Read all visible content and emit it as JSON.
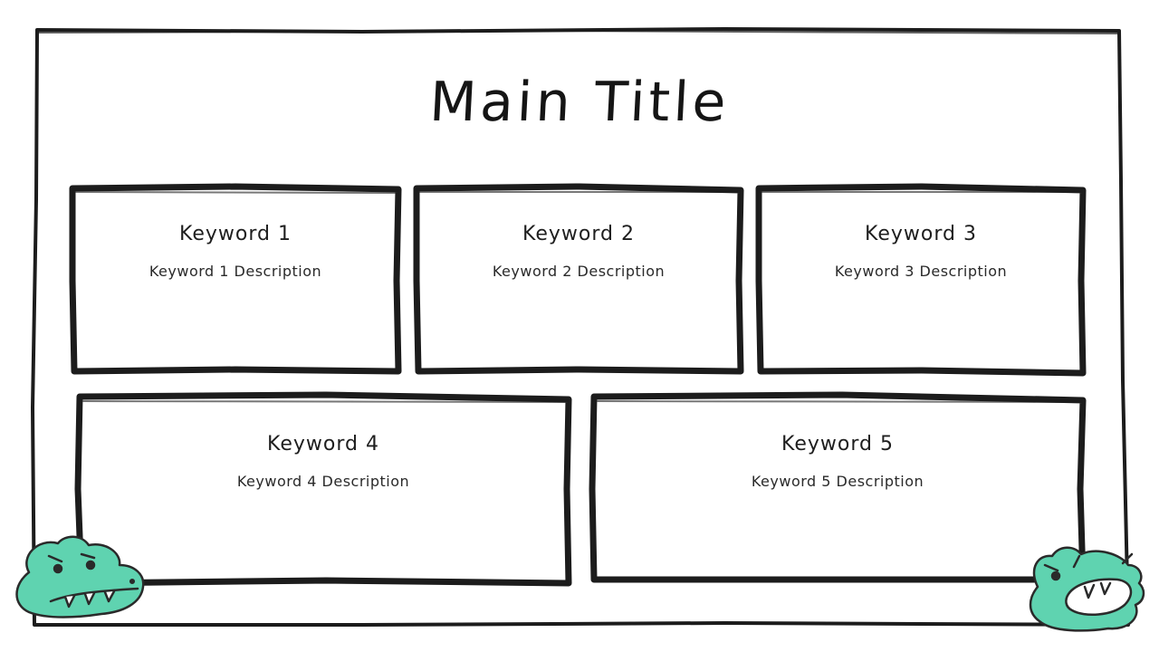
{
  "slide": {
    "title": "Main Title",
    "cards": [
      {
        "keyword": "Keyword 1",
        "description": "Keyword 1 Description"
      },
      {
        "keyword": "Keyword 2",
        "description": "Keyword 2 Description"
      },
      {
        "keyword": "Keyword 3",
        "description": "Keyword 3 Description"
      },
      {
        "keyword": "Keyword 4",
        "description": "Keyword 4 Description"
      },
      {
        "keyword": "Keyword 5",
        "description": "Keyword 5 Description"
      }
    ]
  },
  "colors": {
    "ink": "#1c1c1c",
    "mascot_green": "#5fd3b0",
    "background": "#ffffff"
  },
  "icons": {
    "left": "crocodile-mascot-icon",
    "right": "crocodile-mascot-icon"
  }
}
